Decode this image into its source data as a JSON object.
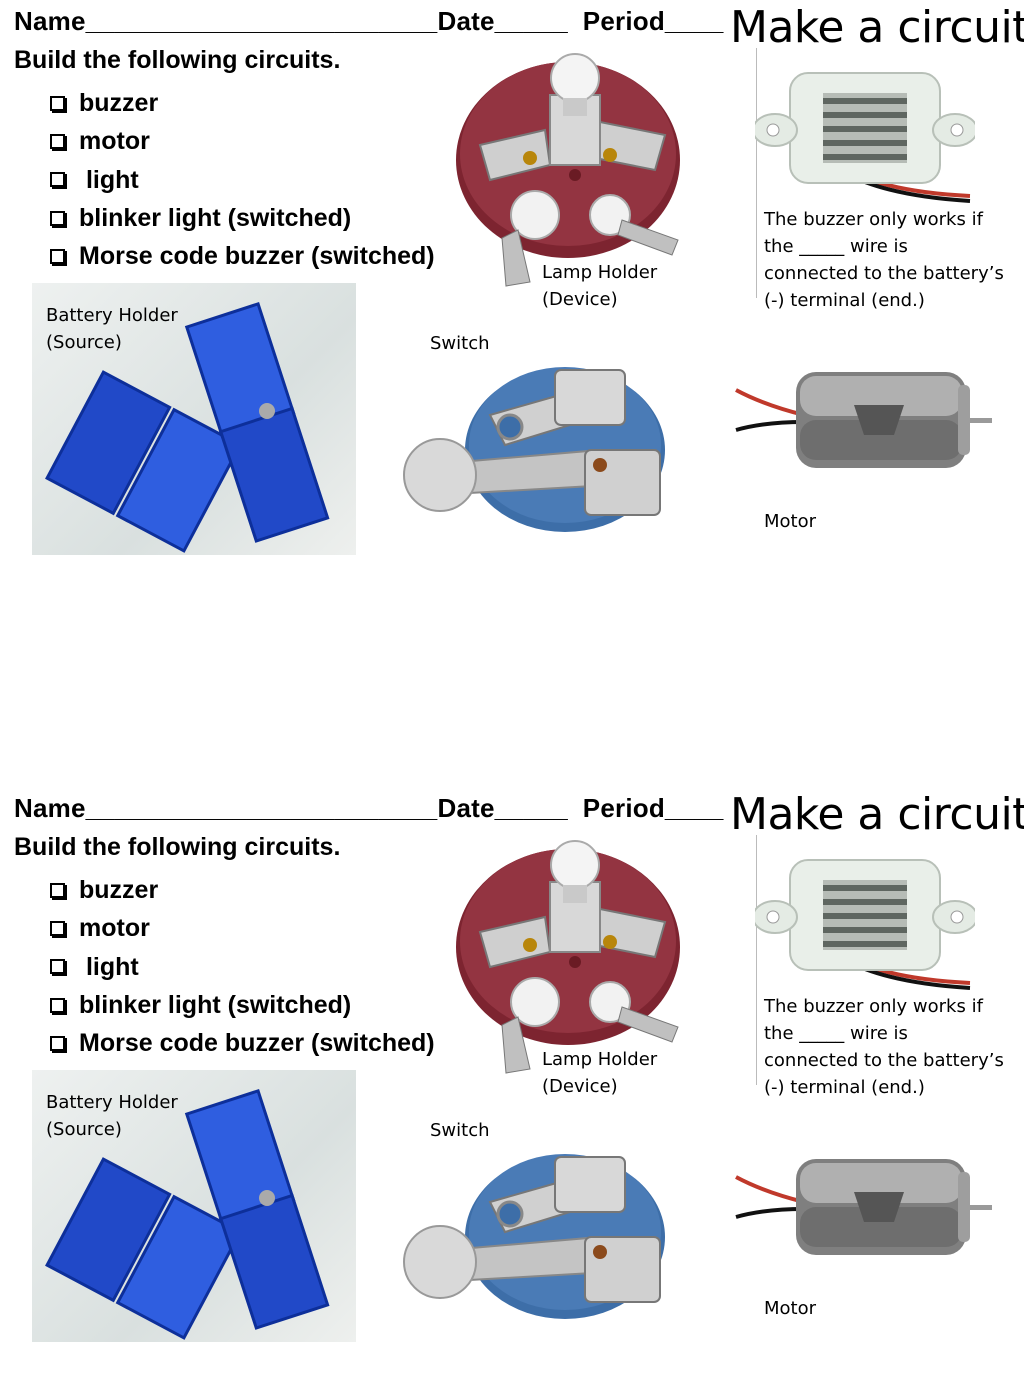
{
  "worksheets": [
    {
      "header": {
        "name": "Name",
        "date": "Date",
        "period": "Period"
      },
      "instructions": "Build the following circuits.",
      "checklist": [
        {
          "label": "buzzer"
        },
        {
          "label": "motor"
        },
        {
          "label": " light"
        },
        {
          "label": "blinker light (switched)"
        },
        {
          "label": "Morse code buzzer (switched)"
        }
      ],
      "title": "Make a circuit",
      "lamp_label": {
        "line1": "Lamp Holder",
        "line2": "(Device)"
      },
      "battery_label": {
        "line1": "Battery Holder",
        "line2": "(Source)"
      },
      "switch_label": "Switch",
      "buzzer_note": {
        "line1": "The buzzer only works  if",
        "line2": "the _____ wire is",
        "line3": "connected to the battery’s",
        "line4": "(-) terminal (end.)"
      },
      "motor_label": "Motor"
    },
    {
      "header": {
        "name": "Name",
        "date": "Date",
        "period": "Period"
      },
      "instructions": "Build the following circuits.",
      "checklist": [
        {
          "label": "buzzer"
        },
        {
          "label": "motor"
        },
        {
          "label": " light"
        },
        {
          "label": "blinker light (switched)"
        },
        {
          "label": "Morse code buzzer (switched)"
        }
      ],
      "title": "Make a circuit",
      "lamp_label": {
        "line1": "Lamp Holder",
        "line2": "(Device)"
      },
      "battery_label": {
        "line1": "Battery Holder",
        "line2": "(Source)"
      },
      "switch_label": "Switch",
      "buzzer_note": {
        "line1": "The buzzer only works  if",
        "line2": "the _____ wire is",
        "line3": "connected to the battery’s",
        "line4": "(-) terminal (end.)"
      },
      "motor_label": "Motor"
    }
  ],
  "colors": {
    "lamp_base": "#8e2f3a",
    "switch_base": "#3d6ea8",
    "battery_blue": "#2149c8",
    "metal": "#b9b9b9"
  },
  "icons": [
    "checkbox-icon",
    "lamp-holder-image",
    "battery-holder-image",
    "switch-image",
    "buzzer-image",
    "motor-image"
  ]
}
